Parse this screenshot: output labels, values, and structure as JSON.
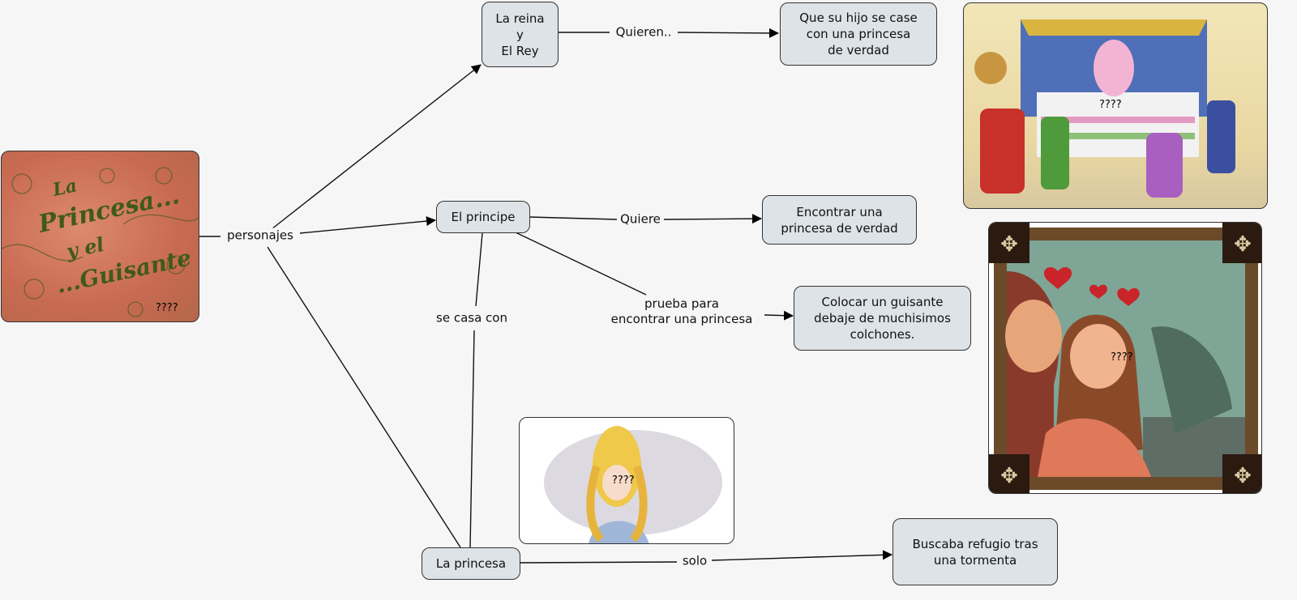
{
  "title_image": {
    "lettering": "La Princesa... y el ...Guisante",
    "overlay": "????"
  },
  "concepts": {
    "reyes": "La reina\ny\nEl Rey",
    "deseo_reyes": "Que su hijo se case\ncon una princesa\nde verdad",
    "principe": "El principe",
    "deseo_principe": "Encontrar una\nprincesa de verdad",
    "prueba": "Colocar un guisante\ndebaje de muchisimos\ncolchones.",
    "princesa": "La princesa",
    "refugio": "Buscaba refugio tras\nuna tormenta"
  },
  "linking_phrases": {
    "personajes": "personajes",
    "quieren": "Quieren..",
    "quiere": "Quiere",
    "prueba_para": "prueba para\nencontrar una princesa",
    "se_casa_con": "se casa con",
    "solo": "solo"
  },
  "image_overlays": {
    "bedroom": "????",
    "framed": "????",
    "princess": "????"
  },
  "colors": {
    "node_fill": "#dde3e7",
    "node_border": "#333333",
    "background": "#f7f6f6"
  }
}
